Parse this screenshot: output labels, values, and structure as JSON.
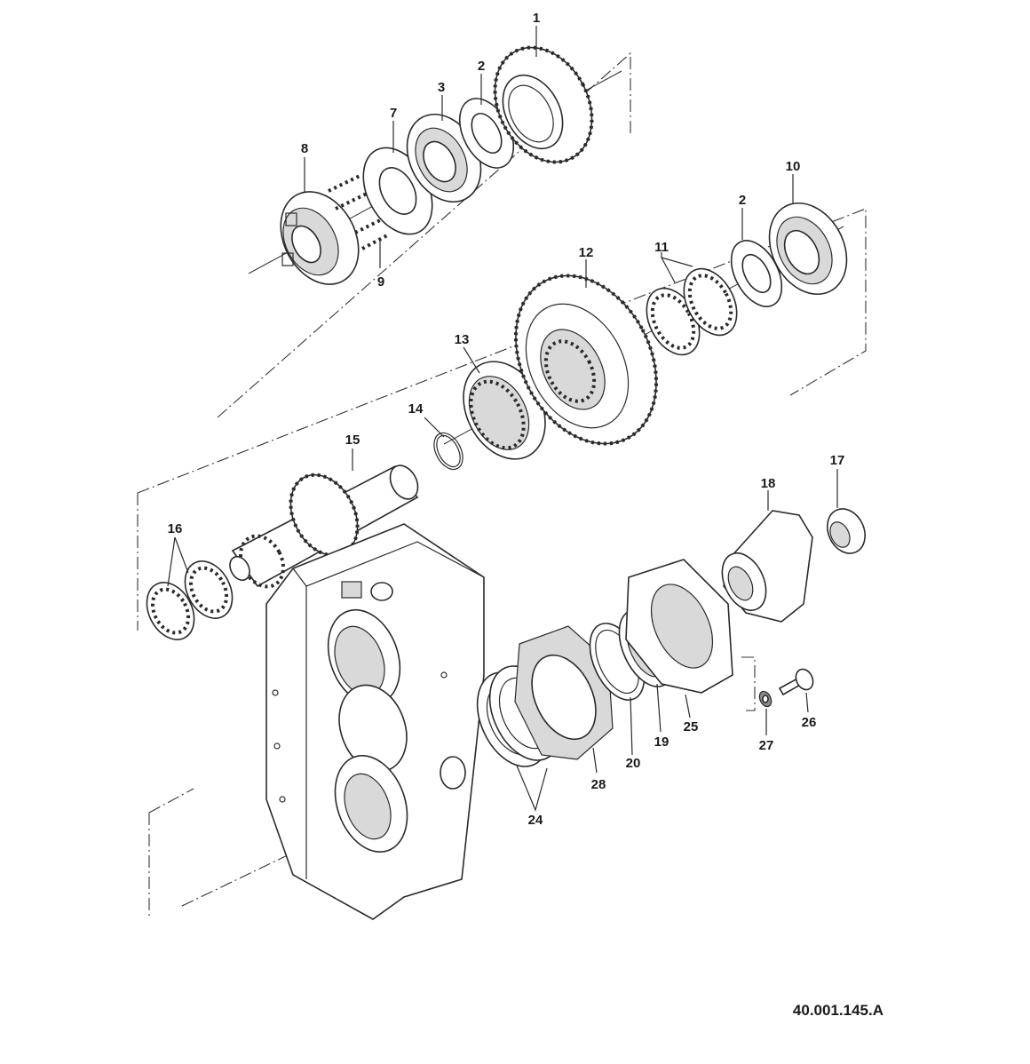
{
  "drawing_code": "40.001.145.A",
  "callouts": [
    "1",
    "2",
    "3",
    "7",
    "8",
    "9",
    "10",
    "2",
    "11",
    "12",
    "13",
    "14",
    "15",
    "16",
    "17",
    "18",
    "24",
    "28",
    "20",
    "19",
    "25",
    "27",
    "26"
  ]
}
